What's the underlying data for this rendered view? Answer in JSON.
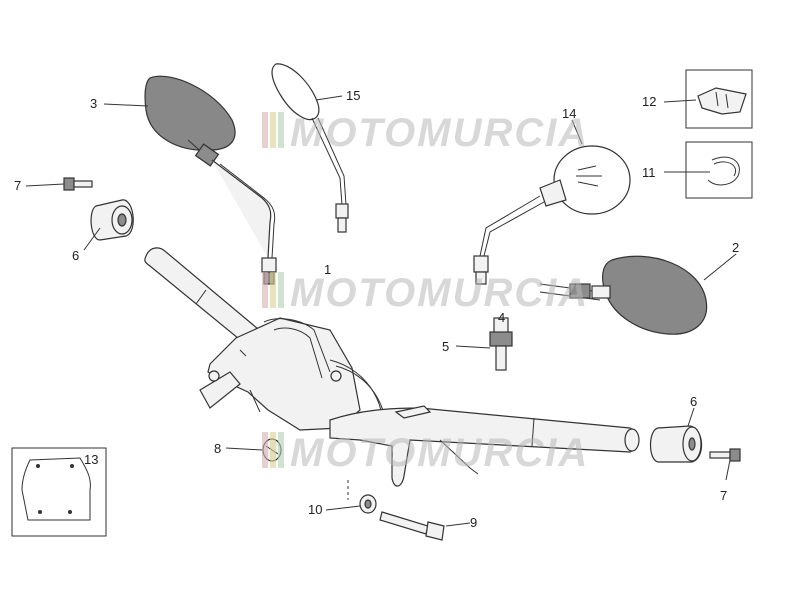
{
  "watermark": "MOTOMURCIA",
  "callouts": [
    "1",
    "2",
    "3",
    "4",
    "5",
    "6",
    "6",
    "7",
    "7",
    "8",
    "9",
    "10",
    "11",
    "12",
    "13",
    "14",
    "15"
  ]
}
